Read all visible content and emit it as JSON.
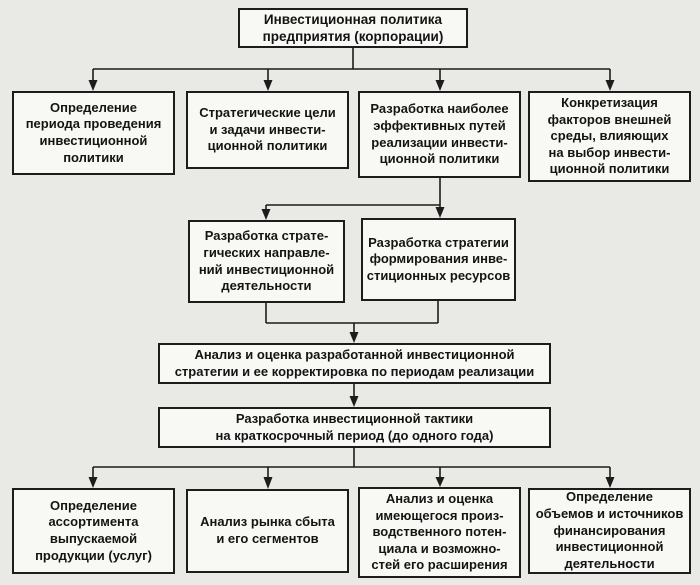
{
  "colors": {
    "background": "#e9e9e5",
    "box_fill": "#f8f8f4",
    "ink": "#1c1c1c"
  },
  "diagram": {
    "type": "flowchart",
    "nodes": {
      "root": {
        "label": "Инвестиционная политика\nпредприятия (корпорации)"
      },
      "r2b1": {
        "label": "Определение\nпериода проведения\nинвестиционной\nполитики"
      },
      "r2b2": {
        "label": "Стратегические цели\nи задачи инвести-\nционной политики"
      },
      "r2b3": {
        "label": "Разработка наиболее\nэффективных путей\nреализации инвести-\nционной политики"
      },
      "r2b4": {
        "label": "Конкретизация\nфакторов внешней\nсреды, влияющих\nна выбор инвести-\nционной политики"
      },
      "r3b1": {
        "label": "Разработка страте-\nгических направле-\nний инвестиционной\nдеятельности"
      },
      "r3b2": {
        "label": "Разработка стратегии\nформирования инве-\nстиционных ресурсов"
      },
      "w1": {
        "label": "Анализ и оценка разработанной инвестиционной\nстратегии и ее корректировка по периодам реализации"
      },
      "w2": {
        "label": "Разработка инвестиционной тактики\nна краткосрочный период (до одного года)"
      },
      "b1": {
        "label": "Определение\nассортимента\nвыпускаемой\nпродукции (услуг)"
      },
      "b2": {
        "label": "Анализ рынка сбыта\nи его сегментов"
      },
      "b3": {
        "label": "Анализ и оценка\nимеющегося произ-\nводственного потен-\nциала и возможно-\nстей его расширения"
      },
      "b4": {
        "label": "Определение\nобъемов и источников\nфинансирования\nинвестиционной\nдеятельности"
      }
    },
    "edges": [
      {
        "from": "root",
        "to": "r2b1"
      },
      {
        "from": "root",
        "to": "r2b2"
      },
      {
        "from": "root",
        "to": "r2b3"
      },
      {
        "from": "root",
        "to": "r2b4"
      },
      {
        "from": "r2b3",
        "to": "r3b1"
      },
      {
        "from": "r2b3",
        "to": "r3b2"
      },
      {
        "from": "r3b1",
        "to": "w1"
      },
      {
        "from": "r3b2",
        "to": "w1"
      },
      {
        "from": "w1",
        "to": "w2"
      },
      {
        "from": "w2",
        "to": "b1"
      },
      {
        "from": "w2",
        "to": "b2"
      },
      {
        "from": "w2",
        "to": "b3"
      },
      {
        "from": "w2",
        "to": "b4"
      }
    ]
  }
}
